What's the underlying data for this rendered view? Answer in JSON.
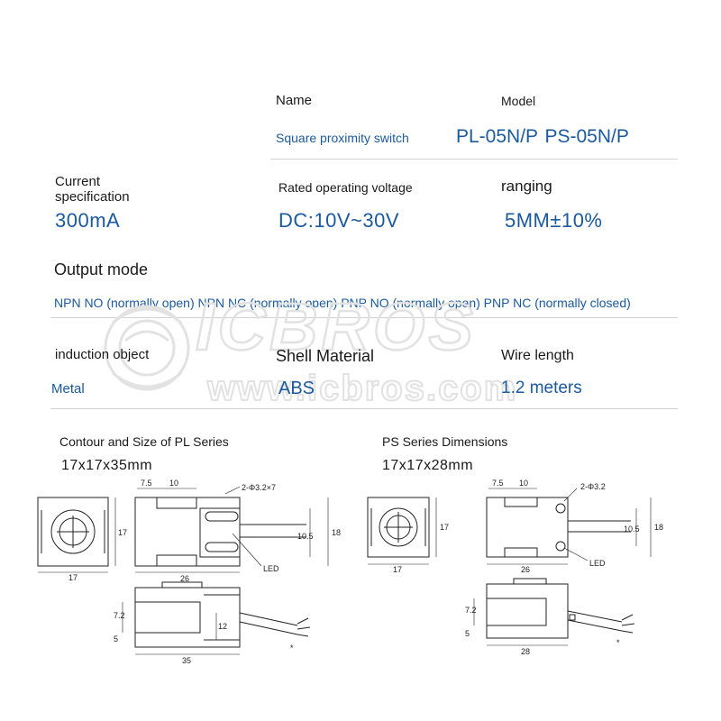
{
  "header": {
    "name_label": "Name",
    "model_label": "Model",
    "name_value": "Square proximity switch",
    "model_value": "PL-05N/P  PS-05N/P"
  },
  "specs": {
    "current_label_line1": "Current",
    "current_label_line2": "specification",
    "current_value": "300mA",
    "voltage_label": "Rated operating voltage",
    "voltage_value": "DC:10V~30V",
    "ranging_label": "ranging",
    "ranging_value": "5MM±10%"
  },
  "output": {
    "label": "Output mode",
    "value": "NPN NO (normally open) NPN NC (normally open) PNP NO (normally open) PNP NC (normally closed)"
  },
  "material": {
    "induction_label": "induction object",
    "induction_value": "Metal",
    "shell_label": "Shell Material",
    "shell_value": "ABS",
    "wire_label": "Wire length",
    "wire_value": "1.2 meters"
  },
  "watermark": {
    "logo_text": "ICBROS",
    "url_text": "www.icbros.com"
  },
  "pl_series": {
    "title": "Contour and Size of PL Series",
    "size": "17x17x35mm",
    "dims": {
      "front_w": "17",
      "front_h": "17",
      "d_7_5": "7.5",
      "d_10": "10",
      "hole": "2-Φ3.2×7",
      "d_26": "26",
      "d_10_5": "10.5",
      "d_18": "18",
      "led": "LED",
      "d_7_2": "7.2",
      "d_5": "5",
      "d_12": "12",
      "d_35": "35",
      "star": "*"
    }
  },
  "ps_series": {
    "title": "PS Series Dimensions",
    "size": "17x17x28mm",
    "dims": {
      "front_w": "17",
      "front_h": "17",
      "d_7_5": "7.5",
      "d_10": "10",
      "hole": "2-Φ3.2",
      "d_26": "26",
      "d_10_5": "10.5",
      "d_18": "18",
      "led": "LED",
      "d_7_2": "7.2",
      "d_5": "5",
      "d_28": "28",
      "star": "*"
    }
  },
  "colors": {
    "accent": "#1a5a9e",
    "text": "#1a1a1a",
    "rule": "#d0d0d0"
  }
}
